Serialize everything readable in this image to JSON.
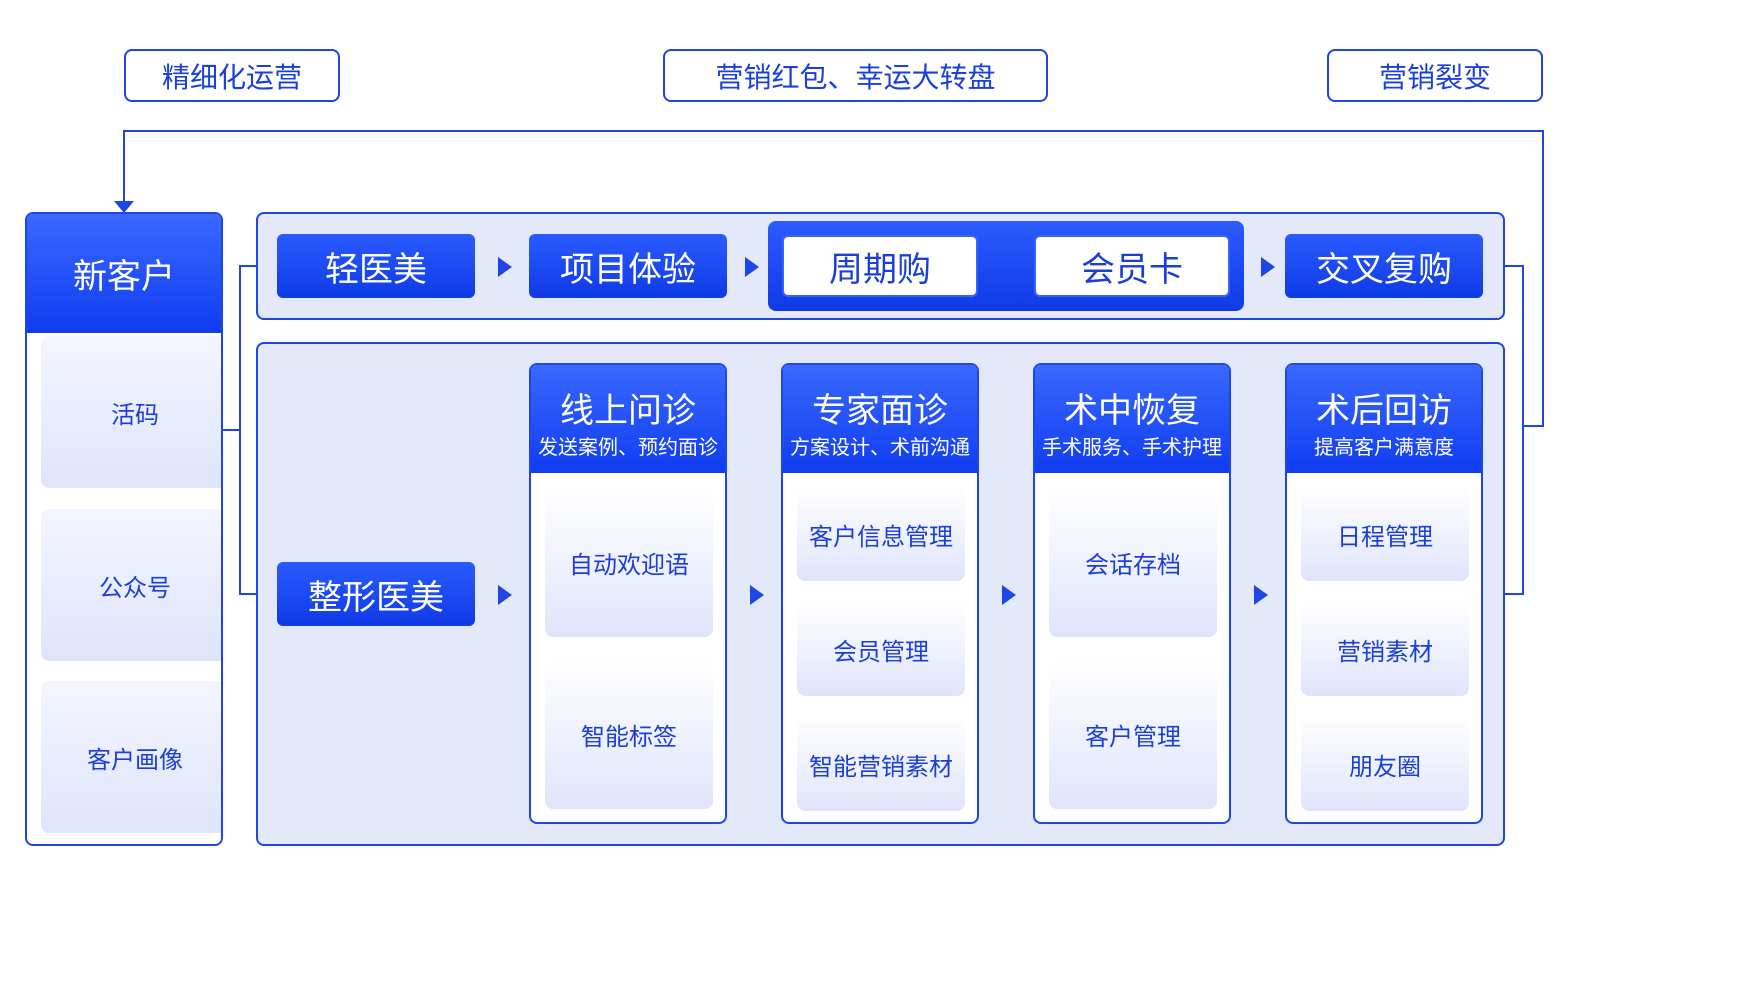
{
  "top_labels": [
    "精细化运营",
    "营销红包、幸运大转盘",
    "营销裂变"
  ],
  "left": {
    "title": "新客户",
    "items": [
      "活码",
      "公众号",
      "客户画像"
    ]
  },
  "flow_top": {
    "steps": [
      "轻医美",
      "项目体验",
      "周期购",
      "会员卡",
      "交叉复购"
    ]
  },
  "flow_bottom": {
    "start": "整形医美",
    "stages": [
      {
        "title": "线上问诊",
        "subtitle": "发送案例、预约面诊",
        "items": [
          "自动欢迎语",
          "智能标签"
        ]
      },
      {
        "title": "专家面诊",
        "subtitle": "方案设计、术前沟通",
        "items": [
          "客户信息管理",
          "会员管理",
          "智能营销素材"
        ]
      },
      {
        "title": "术中恢复",
        "subtitle": "手术服务、手术护理",
        "items": [
          "会话存档",
          "客户管理"
        ]
      },
      {
        "title": "术后回访",
        "subtitle": "提高客户满意度",
        "items": [
          "日程管理",
          "营销素材",
          "朋友圈"
        ]
      }
    ]
  },
  "colors": {
    "primary": "#1e45e6",
    "panel_bg": "#e4e8fb",
    "item_bg": "#dfe4fb"
  }
}
